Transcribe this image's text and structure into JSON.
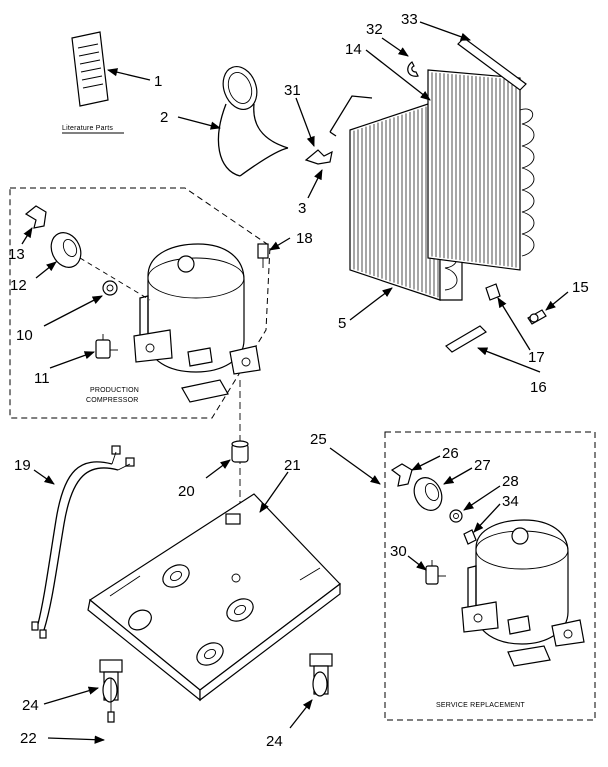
{
  "diagram": {
    "callouts": {
      "c1": "1",
      "c2": "2",
      "c3": "3",
      "c5": "5",
      "c10": "10",
      "c11": "11",
      "c12": "12",
      "c13": "13",
      "c14": "14",
      "c15": "15",
      "c16": "16",
      "c17": "17",
      "c18": "18",
      "c19": "19",
      "c20": "20",
      "c21": "21",
      "c22": "22",
      "c24a": "24",
      "c24b": "24",
      "c25": "25",
      "c26": "26",
      "c27": "27",
      "c28": "28",
      "c30": "30",
      "c31": "31",
      "c32": "32",
      "c33": "33",
      "c34": "34"
    },
    "labels": {
      "literature_parts": "Literature Parts",
      "production_compressor_1": "PRODUCTION",
      "production_compressor_2": "COMPRESSOR",
      "service_replacement": "SERVICE REPLACEMENT"
    }
  }
}
